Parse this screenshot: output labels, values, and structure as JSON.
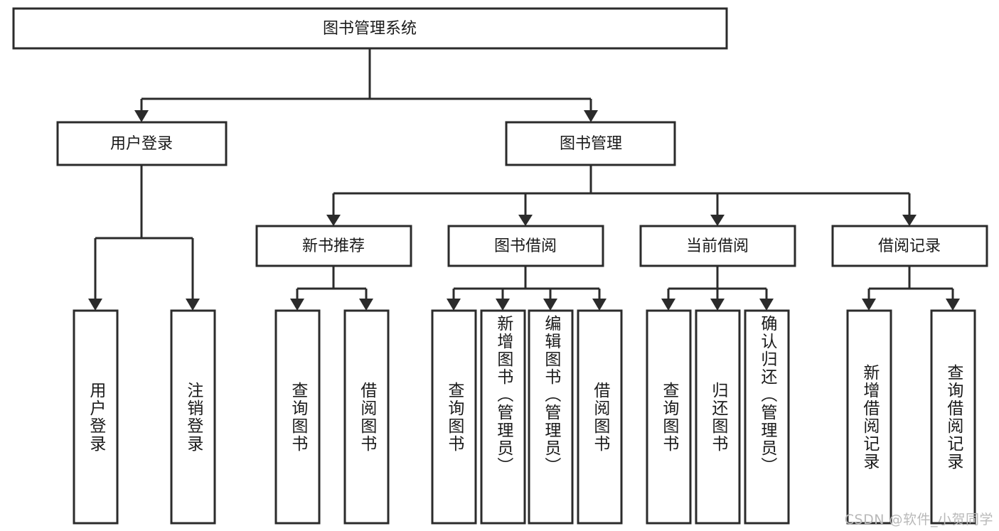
{
  "diagram": {
    "title": "图书管理系统",
    "type": "tree-hierarchy",
    "watermark": "CSDN @软件_小贺同学",
    "colors": {
      "stroke": "#2b2b2b",
      "fill": "#ffffff",
      "text": "#1a1a1a",
      "watermark": "#b9b9b9",
      "background": "#ffffff"
    }
  },
  "nodes": {
    "root": {
      "label": "图书管理系统"
    },
    "level1": [
      {
        "id": "user-login",
        "label": "用户登录"
      },
      {
        "id": "book-manage",
        "label": "图书管理"
      }
    ],
    "level2": [
      {
        "id": "new-book-recommend",
        "label": "新书推荐"
      },
      {
        "id": "book-borrow",
        "label": "图书借阅"
      },
      {
        "id": "current-borrow",
        "label": "当前借阅"
      },
      {
        "id": "borrow-record",
        "label": "借阅记录"
      }
    ],
    "leaves": {
      "user-login": [
        {
          "id": "leaf-user-login",
          "label": "用户登录"
        },
        {
          "id": "leaf-user-logout",
          "label": "注销登录"
        }
      ],
      "new-book-recommend": [
        {
          "id": "leaf-query-book-1",
          "label": "查询图书"
        },
        {
          "id": "leaf-borrow-book-1",
          "label": "借阅图书"
        }
      ],
      "book-borrow": [
        {
          "id": "leaf-query-book-2",
          "label": "查询图书"
        },
        {
          "id": "leaf-add-book",
          "label": "新增图书（管理员）"
        },
        {
          "id": "leaf-edit-book",
          "label": "编辑图书（管理员）"
        },
        {
          "id": "leaf-borrow-book-2",
          "label": "借阅图书"
        }
      ],
      "current-borrow": [
        {
          "id": "leaf-query-book-3",
          "label": "查询图书"
        },
        {
          "id": "leaf-return-book",
          "label": "归还图书"
        },
        {
          "id": "leaf-confirm-return",
          "label": "确认归还（管理员）"
        }
      ],
      "borrow-record": [
        {
          "id": "leaf-add-record",
          "label": "新增借阅记录"
        },
        {
          "id": "leaf-query-record",
          "label": "查询借阅记录"
        }
      ]
    }
  }
}
